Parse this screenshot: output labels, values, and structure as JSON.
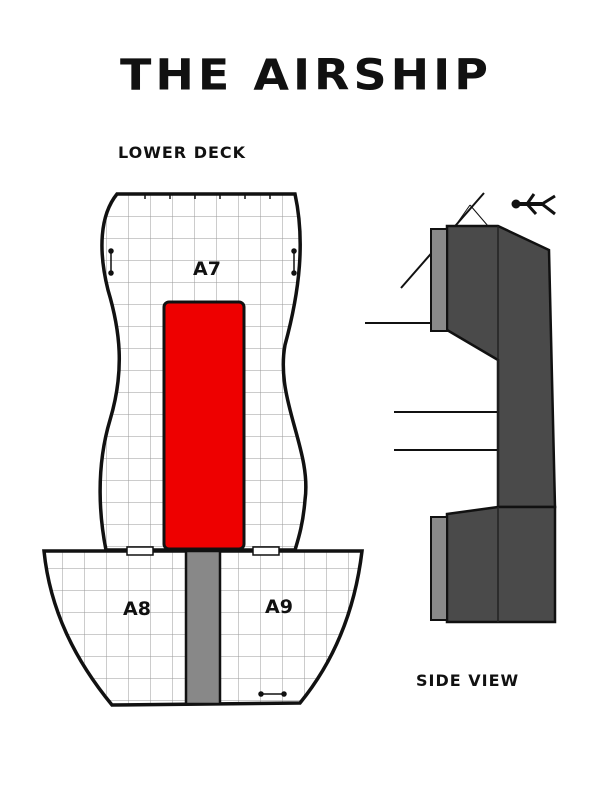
{
  "title": "THE AIRSHIP",
  "lower_deck_label": "LOWER DECK",
  "side_view_label": "SIDE VIEW",
  "rooms": {
    "a7": "A7",
    "a8": "A8",
    "a9": "A9"
  },
  "colors": {
    "hull_outline": "#111111",
    "grid": "#9a9a9a",
    "red_block": "#ee0000",
    "corridor": "#888888",
    "side_hull": "#4a4a4a",
    "side_panel": "#8a8a8a"
  },
  "icons": {
    "figure": "stick-figure-icon",
    "scale_markers": "scale-bar-icon"
  }
}
